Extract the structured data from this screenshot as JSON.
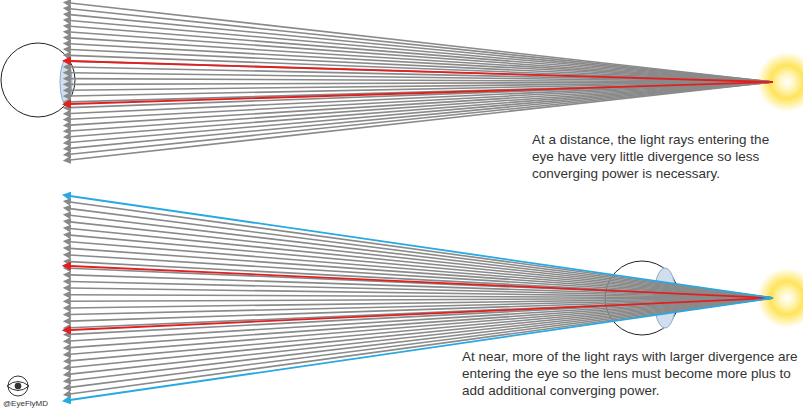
{
  "diagram": {
    "labels": [
      "At a distance, the light rays entering the eye have very little divergence so less converging power is necessary.",
      "At near, more of the light rays with larger divergence are entering the eye so the lens must become more plus to add additional converging power.",
      "@EyeFlyMD"
    ]
  }
}
